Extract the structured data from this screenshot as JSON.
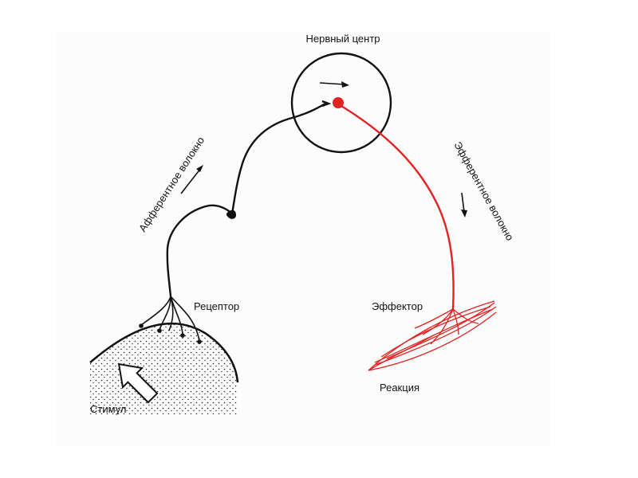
{
  "labels": {
    "nerve_center": "Нервный центр",
    "afferent_fiber": "Афферентное волокно",
    "efferent_fiber": "Эфферентное волокно",
    "receptor": "Рецептор",
    "effector": "Эффектор",
    "stimulus": "Стимул",
    "reaction": "Реакция"
  },
  "colors": {
    "afferent": "#111111",
    "efferent": "#e32222",
    "background": "#ffffff"
  }
}
